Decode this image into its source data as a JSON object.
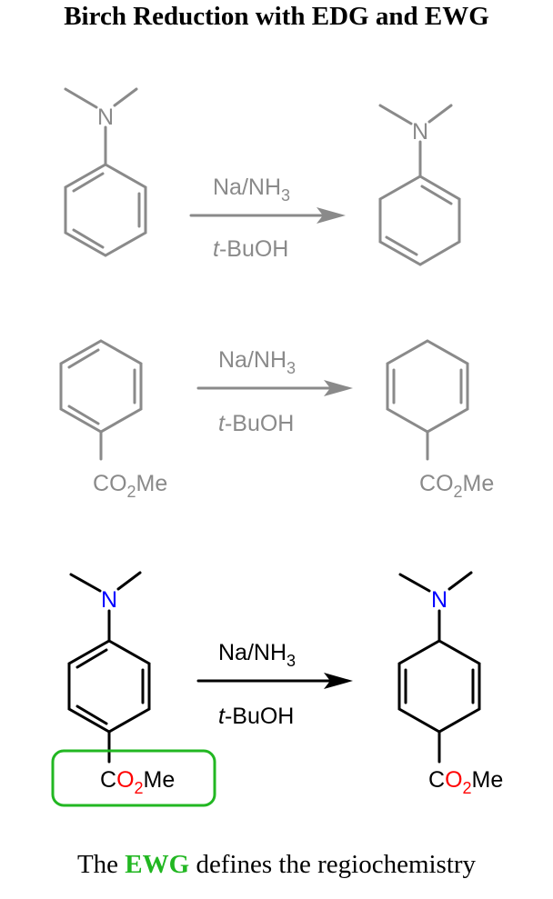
{
  "title": "Birch Reduction with EDG and EWG",
  "reagents": {
    "top": "Na/NH",
    "sub": "3",
    "bottom": "t",
    "bottom_rest": "-BuOH"
  },
  "groups": {
    "amine_atom": "N",
    "ester_c": "C",
    "ester_o": "O",
    "ester_sub": "2",
    "ester_me": "Me"
  },
  "colors": {
    "faded": "#8a8a8a",
    "bold": "#000000",
    "nitrogen": "#0000ff",
    "oxygen": "#ff0000",
    "highlight": "#22b722"
  },
  "footer": {
    "before": "The",
    "highlight": "EWG",
    "after": "defines the regiochemistry"
  }
}
